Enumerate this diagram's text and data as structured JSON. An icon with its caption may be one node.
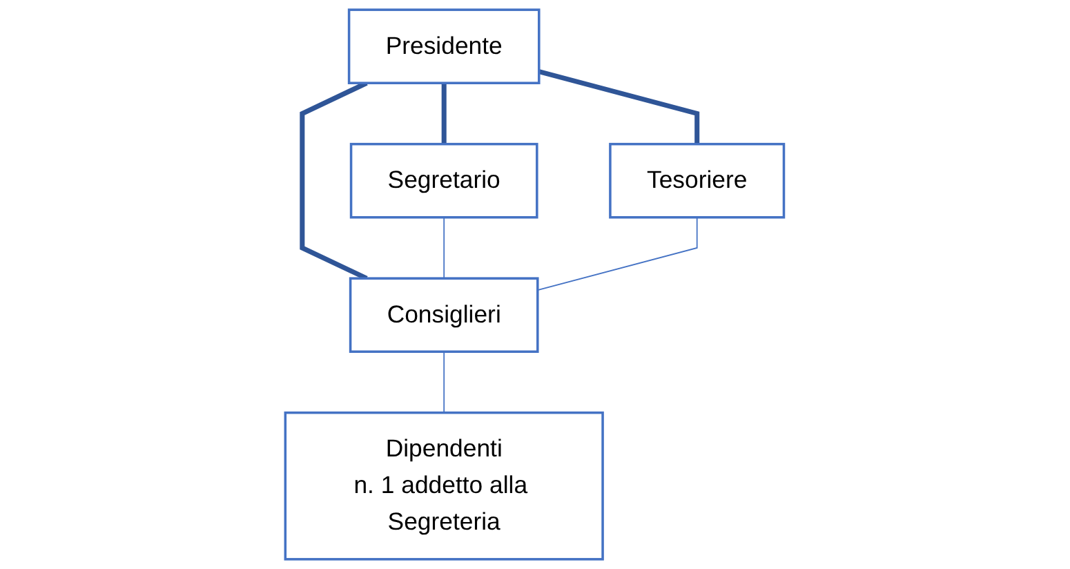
{
  "diagram": {
    "nodes": [
      {
        "text": [
          "Presidente"
        ]
      },
      {
        "text": [
          "Segretario"
        ]
      },
      {
        "text": [
          "Tesoriere"
        ]
      },
      {
        "text": [
          "Consiglieri"
        ]
      },
      {
        "text": [
          "Dipendenti",
          "n. 1 addetto alla Segreteria"
        ]
      }
    ],
    "edges": [
      {
        "from": 0,
        "to": 1,
        "arrow": "none",
        "style": "thick"
      },
      {
        "from": 0,
        "to": 3,
        "arrow": "none",
        "style": "thick"
      },
      {
        "from": 0,
        "to": 2,
        "arrow": "none",
        "style": "thick"
      },
      {
        "from": 1,
        "to": 3,
        "arrow": "none"
      },
      {
        "from": 2,
        "to": 3,
        "arrow": "none"
      },
      {
        "from": 3,
        "to": 4,
        "arrow": "none"
      }
    ]
  }
}
